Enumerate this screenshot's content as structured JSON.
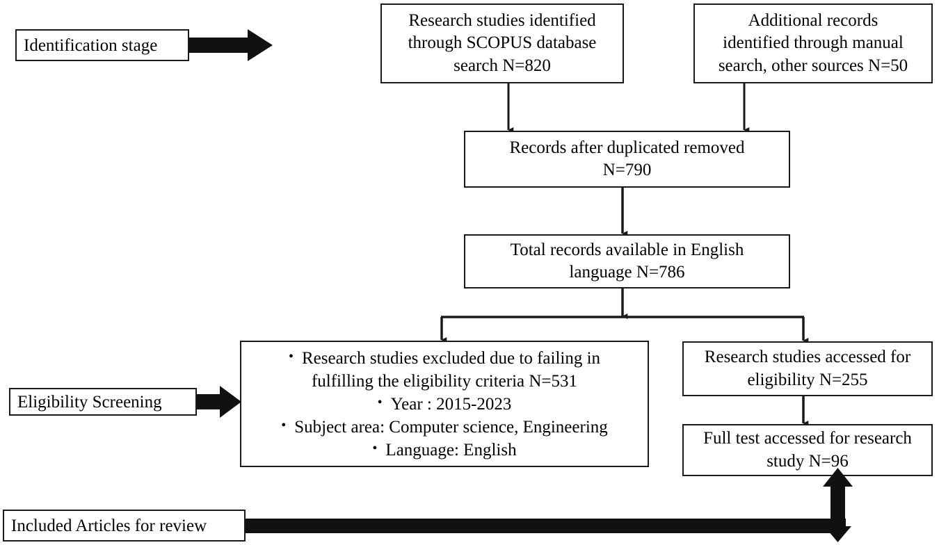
{
  "diagram": {
    "title": "PRISMA study selection flow diagram",
    "stroke_color": "#1a1a1a",
    "background": "#ffffff"
  },
  "stages": [
    {
      "id": "identification",
      "label": "Identification stage"
    },
    {
      "id": "eligibility",
      "label": "Eligibility Screening"
    },
    {
      "id": "included",
      "label": "Included Articles for review"
    }
  ],
  "boxes": {
    "scopus": {
      "line1": "Research studies identified",
      "line2": "through SCOPUS database",
      "line3": "search N=820",
      "count": "820"
    },
    "manual": {
      "line1": "Additional records",
      "line2": "identified through manual",
      "line3": "search, other sources N=50",
      "count": "50"
    },
    "deduplicated": {
      "line1": "Records after duplicated removed",
      "line2": "N=790",
      "count": "790"
    },
    "english": {
      "line1": "Total records available in English",
      "line2": "language N=786",
      "count": "786"
    },
    "excluded": {
      "bullet1_dot": "•",
      "bullet1_line1": "Research studies excluded due to failing in",
      "bullet1_line2": "fulfilling the eligibility criteria N=531",
      "bullet2_dot": "•",
      "bullet2_text": "Year : 2015-2023",
      "bullet3_dot": "•",
      "bullet3_text": "Subject area: Computer science, Engineering",
      "bullet4_dot": "•",
      "bullet4_text": "Language: English",
      "count": "531"
    },
    "eligibility_assessed": {
      "line1": "Research studies accessed for",
      "line2": "eligibility N=255",
      "count": "255"
    },
    "fulltext": {
      "line1": "Full test accessed for research",
      "line2": "study N=96",
      "count": "96"
    }
  }
}
